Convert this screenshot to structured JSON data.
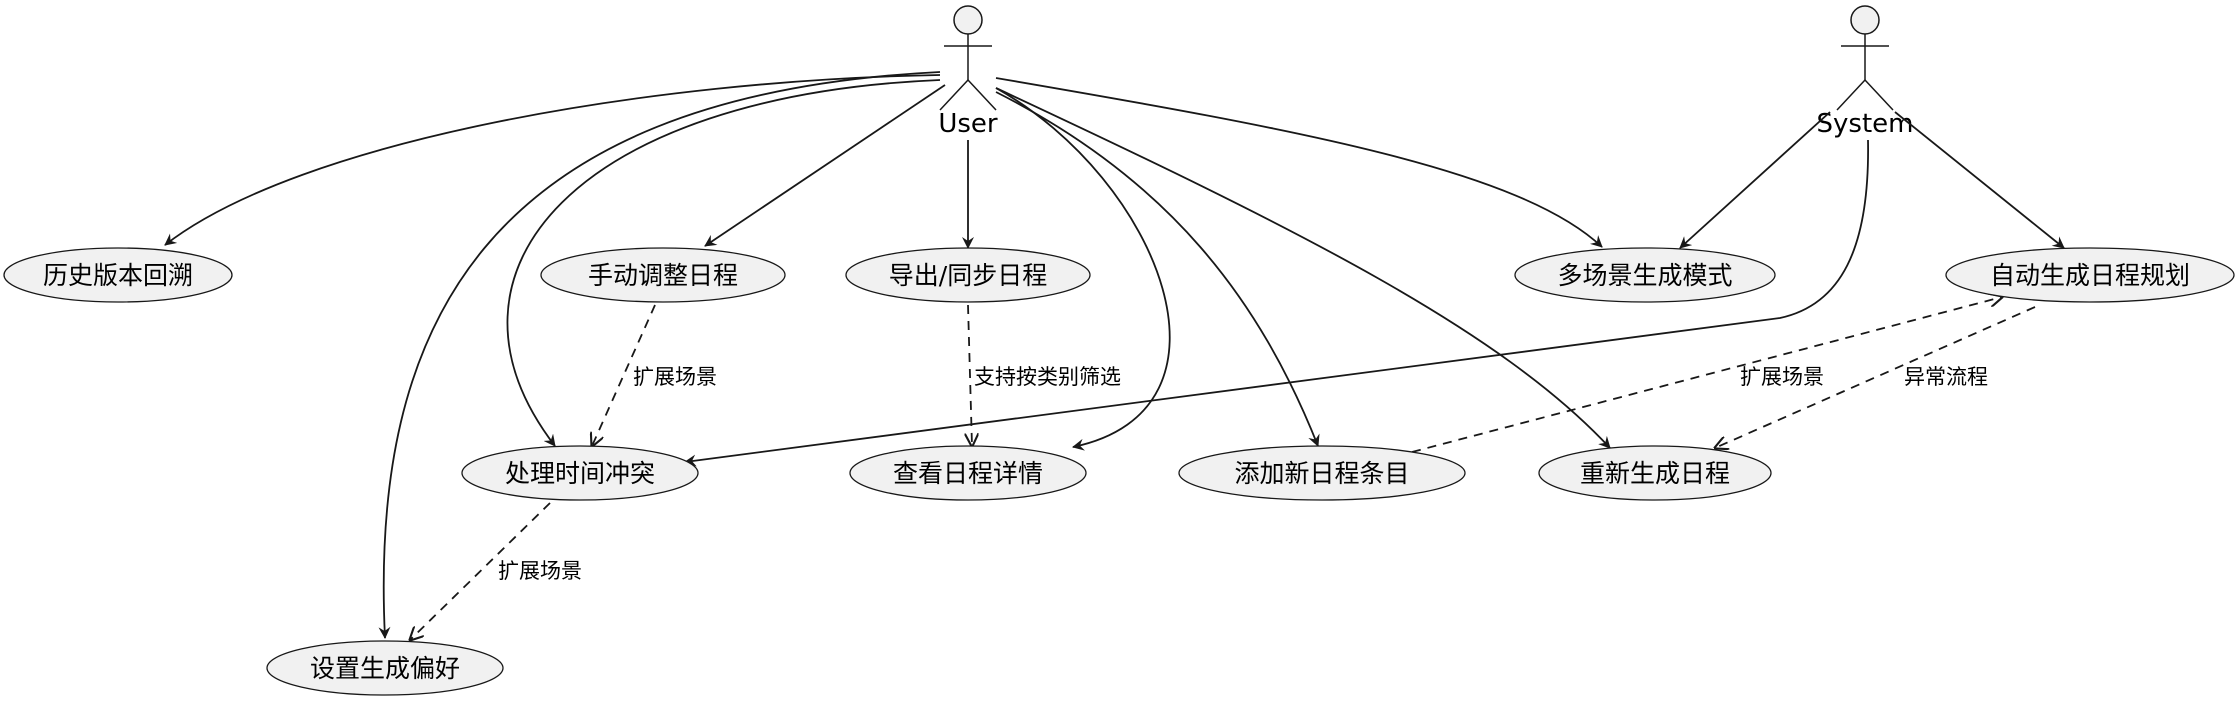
{
  "actors": {
    "user": "User",
    "system": "System"
  },
  "use_cases": {
    "history": "历史版本回溯",
    "manual_adjust": "手动调整日程",
    "export_sync": "导出/同步日程",
    "multi_scene": "多场景生成模式",
    "auto_plan": "自动生成日程规划",
    "conflict": "处理时间冲突",
    "view_detail": "查看日程详情",
    "add_entry": "添加新日程条目",
    "regenerate": "重新生成日程",
    "preference": "设置生成偏好"
  },
  "edge_labels": {
    "extend_1": "扩展场景",
    "filter": "支持按类别筛选",
    "extend_2": "扩展场景",
    "exception": "异常流程",
    "extend_3": "扩展场景"
  },
  "colors": {
    "usecase_fill": "#f1f1f1",
    "line": "#181818"
  }
}
